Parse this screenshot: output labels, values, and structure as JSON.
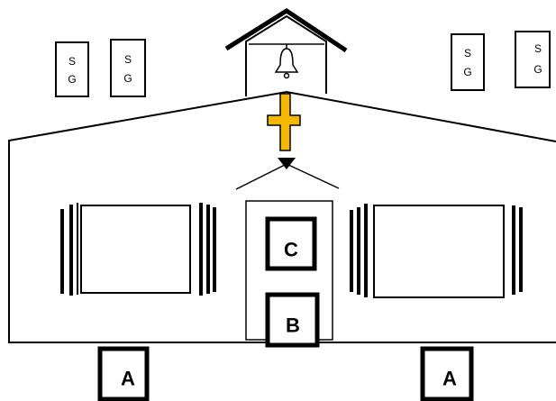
{
  "sg_signs": [
    {
      "line1": "S",
      "line2": "G"
    },
    {
      "line1": "S",
      "line2": "G"
    },
    {
      "line1": "S",
      "line2": "G"
    },
    {
      "line1": "S",
      "line2": "G"
    }
  ],
  "labels": {
    "box_c": "C",
    "box_b": "B",
    "box_a_left": "A",
    "box_a_right": "A"
  },
  "icons": {
    "bell": "bell-icon",
    "cross": "cross-icon"
  },
  "colors": {
    "cross_fill": "#F5B800",
    "stroke": "#000000"
  }
}
